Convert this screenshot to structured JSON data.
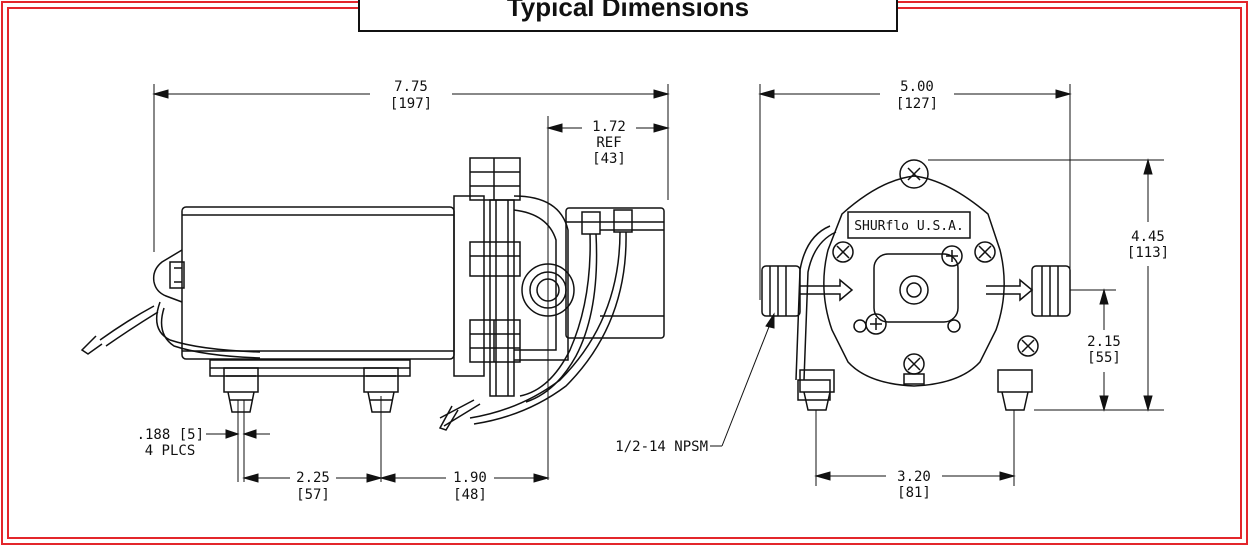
{
  "title": "Typical Dimensions",
  "colors": {
    "frame": "#e3262b",
    "line": "#111111"
  },
  "dimensions": {
    "overall_length": {
      "in": "7.75",
      "mm": "[197]"
    },
    "port_offset": {
      "in": "1.72",
      "ref": "REF",
      "mm": "[43]"
    },
    "mount_hole": {
      "in_mm": ".188 [5]",
      "qty": "4 PLCS"
    },
    "mount_spacing_side": {
      "in": "2.25",
      "mm": "[57]"
    },
    "mount_to_port": {
      "in": "1.90",
      "mm": "[48]"
    },
    "front_width": {
      "in": "5.00",
      "mm": "[127]"
    },
    "front_height": {
      "in": "4.45",
      "mm": "[113]"
    },
    "port_height": {
      "in": "2.15",
      "mm": "[55]"
    },
    "mount_spacing_front": {
      "in": "3.20",
      "mm": "[81]"
    },
    "port_thread": "1/2-14 NPSM"
  },
  "brand_label": "SHURflo U.S.A."
}
